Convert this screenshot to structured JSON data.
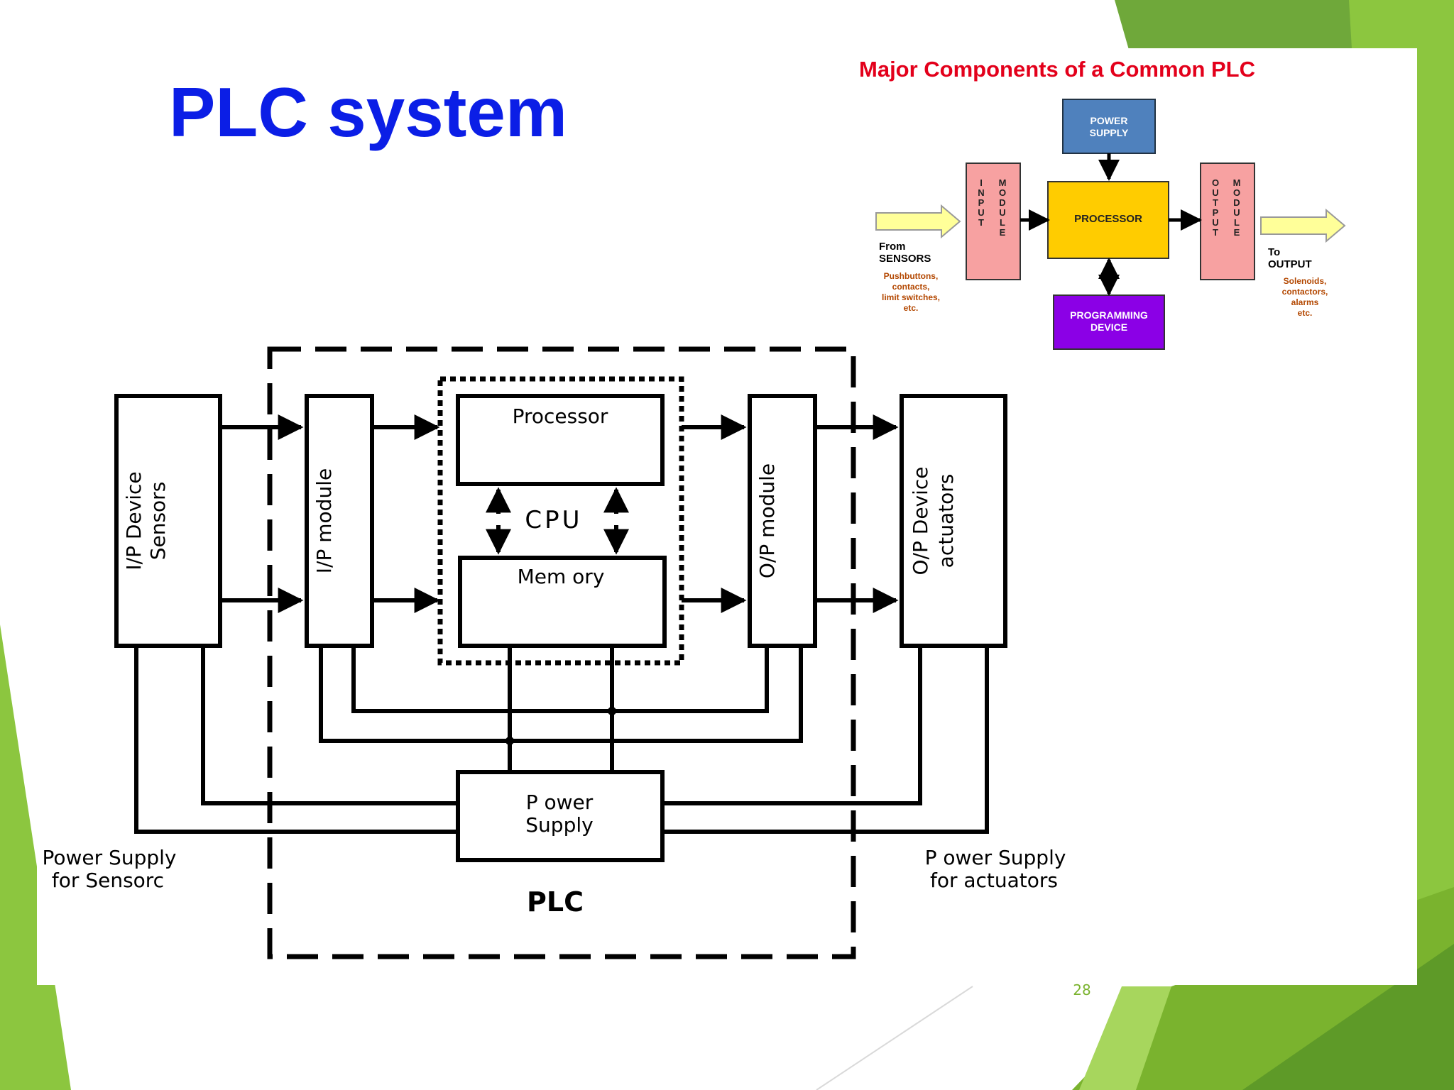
{
  "slide": {
    "title": "PLC system",
    "page_number": "28",
    "title_color": "#0b1ee6"
  },
  "inset": {
    "title": "Major Components of a Common PLC",
    "power_supply": [
      "POWER",
      "SUPPLY"
    ],
    "input_module_left": [
      "I",
      "N",
      "P",
      "U",
      "T"
    ],
    "input_module_right": [
      "M",
      "O",
      "D",
      "U",
      "L",
      "E"
    ],
    "processor": "PROCESSOR",
    "output_module_left": [
      "O",
      "U",
      "T",
      "P",
      "U",
      "T"
    ],
    "output_module_right": [
      "M",
      "O",
      "D",
      "U",
      "L",
      "E"
    ],
    "programming_device": [
      "PROGRAMMING",
      "DEVICE"
    ],
    "from_label": [
      "From",
      "SENSORS"
    ],
    "from_examples": [
      "Pushbuttons,",
      "contacts,",
      "limit switches,",
      "etc."
    ],
    "to_label": [
      "To",
      "OUTPUT"
    ],
    "to_examples": [
      "Solenoids,",
      "contactors,",
      "alarms",
      "etc."
    ],
    "colors": {
      "title": "#e3001b",
      "power_supply": "#4f81bd",
      "module": "#f7a1a1",
      "processor": "#ffcc00",
      "programming": "#8b00e6",
      "arrow": "#ffff99",
      "examples": "#b34700"
    }
  },
  "diagram": {
    "ip_device": [
      "I/P Device",
      "Sensors"
    ],
    "ip_module": "I/P module",
    "processor": "Processor",
    "cpu": "CPU",
    "memory": "Mem ory",
    "op_module": "O/P module",
    "op_device": [
      "O/P Device",
      "actuators"
    ],
    "power_supply": [
      "P ower",
      "Supply"
    ],
    "plc": "PLC",
    "ps_sensors": [
      "Power Supply",
      "for Sensorc"
    ],
    "ps_actuators": [
      "P ower Supply",
      "for actuators"
    ]
  }
}
